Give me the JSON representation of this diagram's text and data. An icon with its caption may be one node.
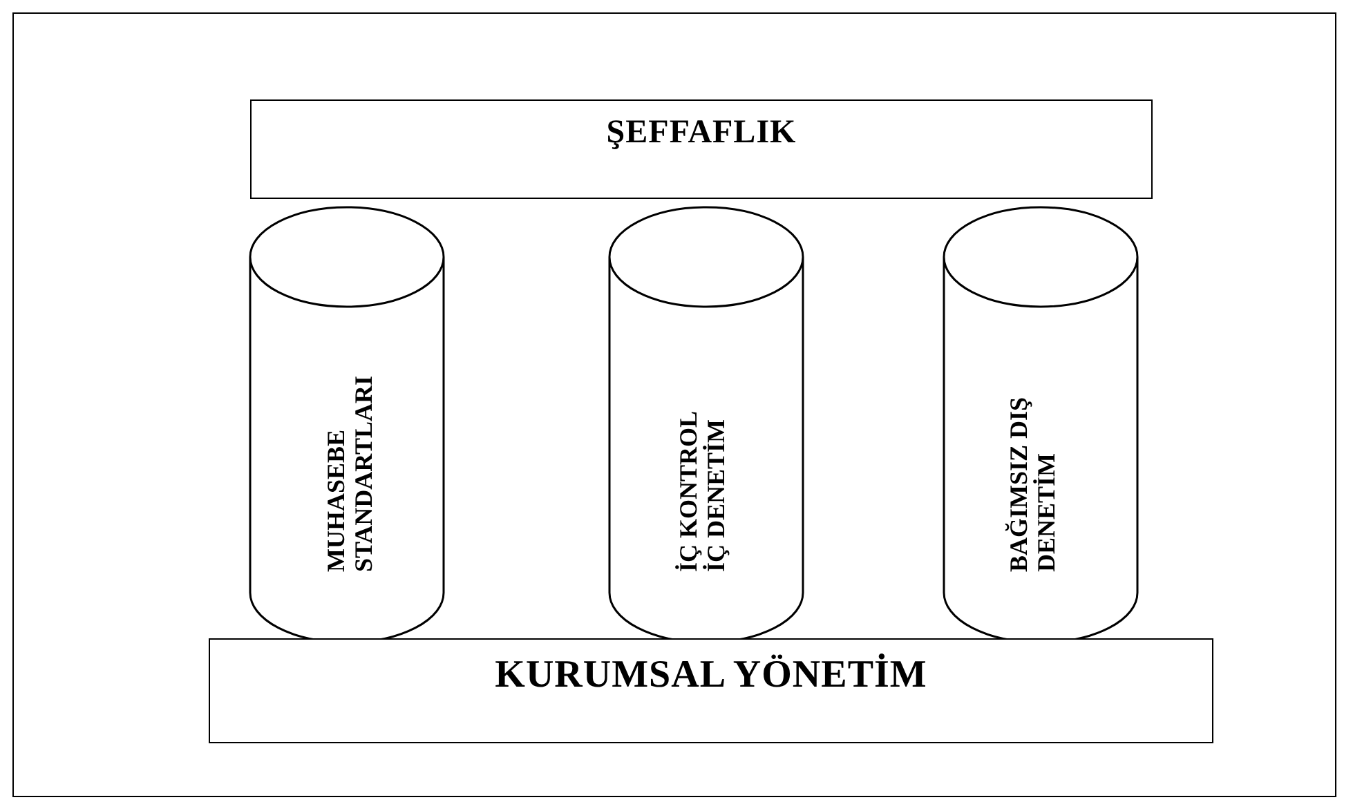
{
  "diagram": {
    "nodes": [
      {
        "text": [
          "ŞEFFAFLIK"
        ]
      },
      {
        "text": [
          "MUHASEBE STANDARTLARI"
        ]
      },
      {
        "text": [
          "İÇ KONTROL",
          "İÇ DENETİM"
        ]
      },
      {
        "text": [
          "BAĞIMSIZ DIŞ DENETİM"
        ]
      },
      {
        "text": [
          "KURUMSAL YÖNETİM"
        ]
      }
    ]
  }
}
